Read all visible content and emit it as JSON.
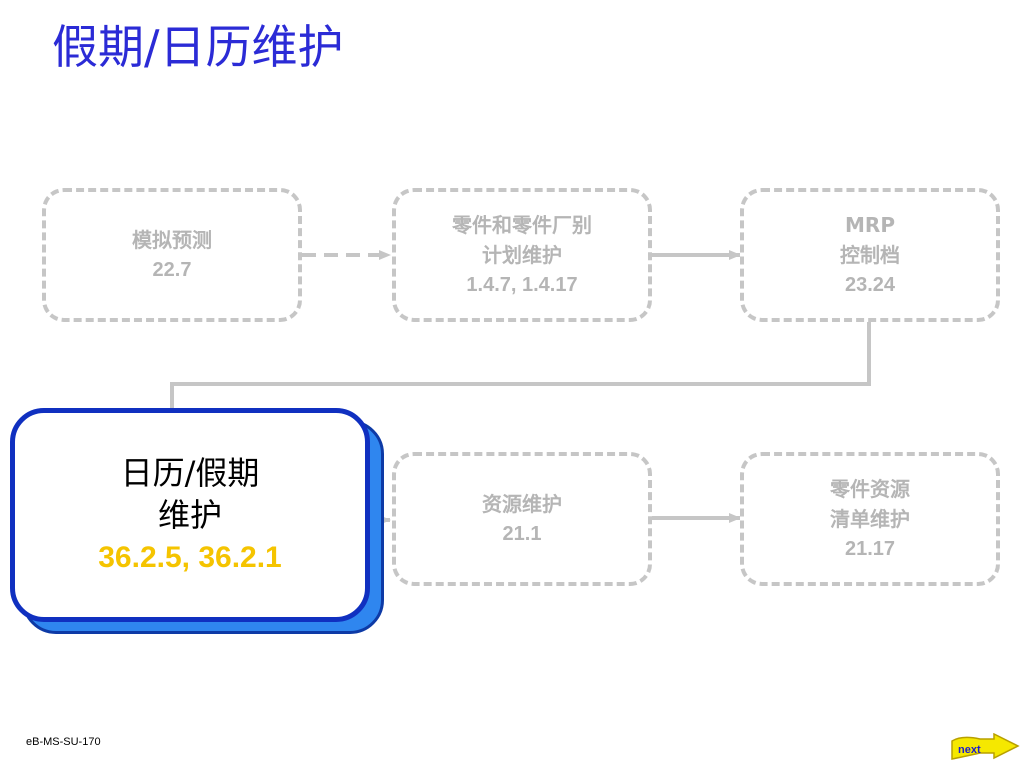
{
  "title": "假期/日历维护",
  "nodes": {
    "forecast": {
      "line1": "模拟预测",
      "code": "22.7"
    },
    "parts_plan": {
      "line1": "零件和零件厂别",
      "line2": "计划维护",
      "code": "1.4.7, 1.4.17"
    },
    "mrp": {
      "line1": "MRP",
      "line2": "控制档",
      "code": "23.24"
    },
    "calendar": {
      "line1": "日历/假期",
      "line2": "维护",
      "code": "36.2.5, 36.2.1"
    },
    "resource": {
      "line1": "资源维护",
      "code": "21.1"
    },
    "parts_resource": {
      "line1": "零件资源",
      "line2": "清单维护",
      "code": "21.17"
    }
  },
  "footer": {
    "doc_code": "eB-MS-SU-170"
  },
  "nav": {
    "next_label": "next"
  },
  "colors": {
    "title": "#2b2bd6",
    "inactive_border": "#c6c6c6",
    "inactive_text": "#b5b5b5",
    "active_border": "#1030c0",
    "active_shadow": "#2f86ef",
    "active_code": "#f5c400"
  }
}
